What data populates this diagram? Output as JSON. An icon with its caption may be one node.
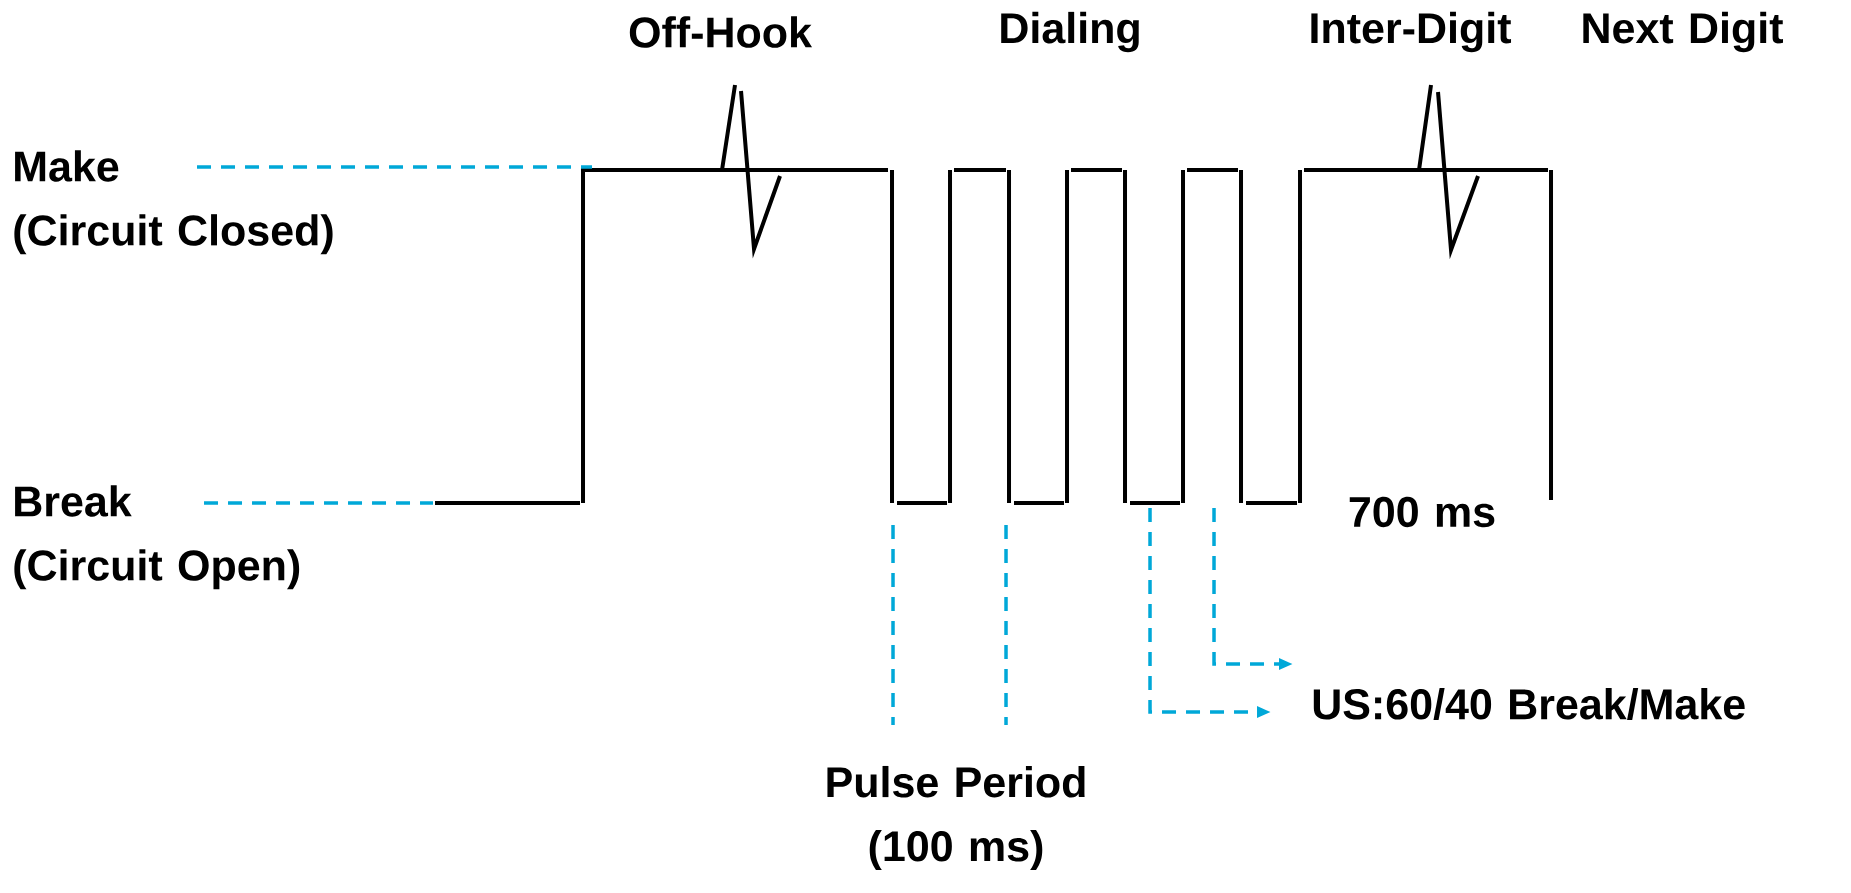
{
  "diagram": {
    "nodes": [
      {
        "text": [
          "Make",
          "(Circuit Closed)"
        ]
      },
      {
        "text": [
          "Break",
          "(Circuit Open)"
        ]
      },
      {
        "text": [
          "US:60/40 Break/Make"
        ]
      }
    ],
    "edges": [
      {
        "from": 0,
        "to": null,
        "arrow": "none",
        "style": "dashed",
        "color": "#00a8d8"
      },
      {
        "from": 1,
        "to": null,
        "arrow": "none",
        "style": "dashed",
        "color": "#00a8d8"
      },
      {
        "from": null,
        "to": 2,
        "arrow": "to",
        "style": "dashed",
        "color": "#00a8d8"
      },
      {
        "from": null,
        "to": 2,
        "arrow": "to",
        "style": "dashed",
        "color": "#00a8d8"
      }
    ],
    "labels": [
      "Off-Hook",
      "Dialing",
      "Inter-Digit",
      "Next Digit",
      "700 ms",
      "Pulse Period (100 ms)"
    ]
  }
}
